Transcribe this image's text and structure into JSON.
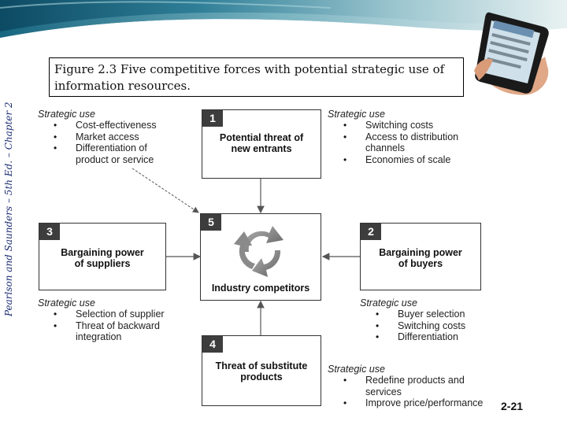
{
  "side_text": "Pearlson and Saunders – 5th Ed. – Chapter 2",
  "caption": "Figure 2.3 Five competitive forces with potential strategic use of information resources.",
  "forces": [
    {
      "num": "1",
      "title": "Potential threat of\nnew entrants"
    },
    {
      "num": "2",
      "title": "Bargaining power\nof buyers"
    },
    {
      "num": "3",
      "title": "Bargaining power\nof suppliers"
    },
    {
      "num": "4",
      "title": "Threat of substitute\nproducts"
    },
    {
      "num": "5",
      "title": "Industry competitors"
    }
  ],
  "strategic_use": {
    "heading": "Strategic use",
    "new_entrants": [
      "Cost-effectiveness",
      "Market access",
      "Differentiation of\nproduct or service"
    ],
    "top_right": [
      "Switching costs",
      "Access to distribution\nchannels",
      "Economies of scale"
    ],
    "suppliers": [
      "Selection of supplier",
      "Threat of backward\nintegration"
    ],
    "buyers": [
      "Buyer selection",
      "Switching costs",
      "Differentiation"
    ],
    "substitutes": [
      "Redefine products and\nservices",
      "Improve price/performance"
    ]
  },
  "page_number": "2-21",
  "colors": {
    "banner_dark": "#0d4a63",
    "banner_mid": "#3f8fa8",
    "number_box": "#3d3d3d",
    "side_text": "#1d2f73"
  }
}
